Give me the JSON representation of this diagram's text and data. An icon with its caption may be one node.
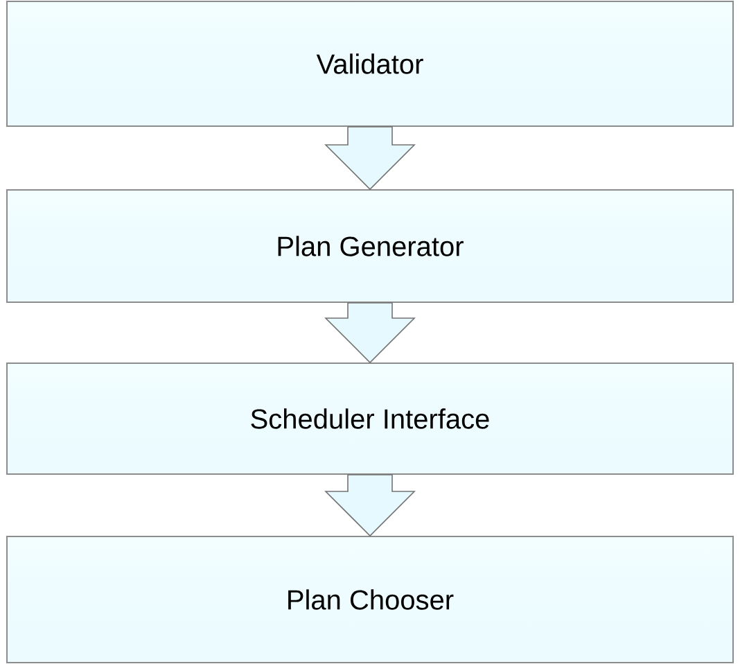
{
  "diagram": {
    "nodes": [
      {
        "text": [
          "Validator"
        ]
      },
      {
        "text": [
          "Plan Generator"
        ]
      },
      {
        "text": [
          "Scheduler Interface"
        ]
      },
      {
        "text": [
          "Plan Chooser"
        ]
      }
    ],
    "edges": [
      {
        "from": 0,
        "to": 1,
        "arrow": "to"
      },
      {
        "from": 1,
        "to": 2,
        "arrow": "to"
      },
      {
        "from": 2,
        "to": 3,
        "arrow": "to"
      }
    ]
  }
}
